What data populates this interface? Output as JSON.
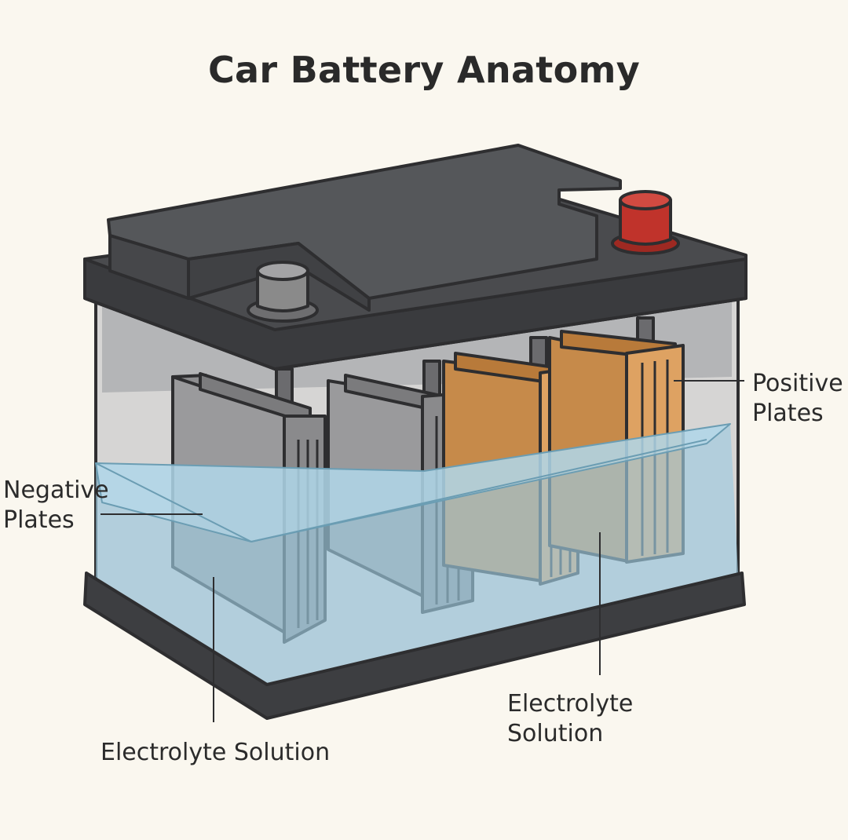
{
  "title": "Car Battery Anatomy",
  "labels": {
    "negative_plates": [
      "Negative",
      "Plates"
    ],
    "positive_plates": [
      "Positive",
      "Plates"
    ],
    "electrolyte_left": "Electrolyte Solution",
    "electrolyte_right": [
      "Electrolyte",
      "Solution"
    ]
  },
  "colors": {
    "background": "#faf7ef",
    "case_dark": "#3d3e41",
    "negative_terminal": "#8a8a8a",
    "positive_terminal": "#c0332b",
    "negative_plate": "#8c8c8c",
    "positive_plate": "#d99a55",
    "electrolyte": "#9ecbe0"
  }
}
